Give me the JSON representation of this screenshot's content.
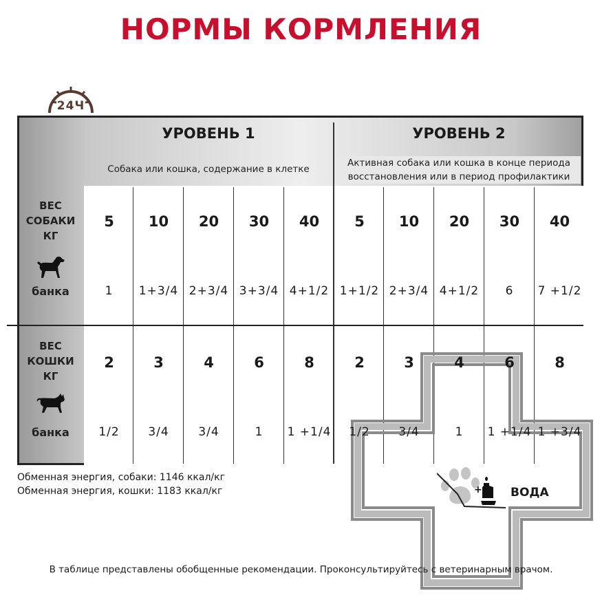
{
  "title": "НОРМЫ КОРМЛЕНИЯ",
  "clock_label": "24Ч",
  "levels": [
    {
      "title": "УРОВЕНЬ 1",
      "description": "Собака или кошка, содержание в клетке"
    },
    {
      "title": "УРОВЕНЬ 2",
      "description": "Активная собака или кошка в конце периода восстановления или в период профилактики"
    }
  ],
  "dog": {
    "label_weight": [
      "ВЕС",
      "СОБАКИ",
      "КГ"
    ],
    "label_amount": "банка",
    "weights": [
      "5",
      "10",
      "20",
      "30",
      "40",
      "5",
      "10",
      "20",
      "30",
      "40"
    ],
    "amounts": [
      "1",
      "1+3/4",
      "2+3/4",
      "3+3/4",
      "4+1/2",
      "1+1/2",
      "2+3/4",
      "4+1/2",
      "6",
      "7 +1/2"
    ]
  },
  "cat": {
    "label_weight": [
      "ВЕС",
      "КОШКИ",
      "КГ"
    ],
    "label_amount": "банка",
    "weights": [
      "2",
      "3",
      "4",
      "6",
      "8",
      "2",
      "3",
      "4",
      "6",
      "8"
    ],
    "amounts": [
      "1/2",
      "3/4",
      "3/4",
      "1",
      "1 +1/4",
      "1/2",
      "3/4",
      "1",
      "1 +1/4",
      "1 +3/4"
    ]
  },
  "energy": [
    "Обменная энергия, собаки: 1146 ккал/кг",
    "Обменная энергия, кошки: 1183 ккал/кг"
  ],
  "water_label": "ВОДА",
  "footer": "В таблице представлены обобщенные рекомендации. Проконсультируйтесь с ветеринарным врачом.",
  "colors": {
    "title": "#c8102e",
    "clock": "#5a3a2e",
    "watermark": "#888888"
  }
}
